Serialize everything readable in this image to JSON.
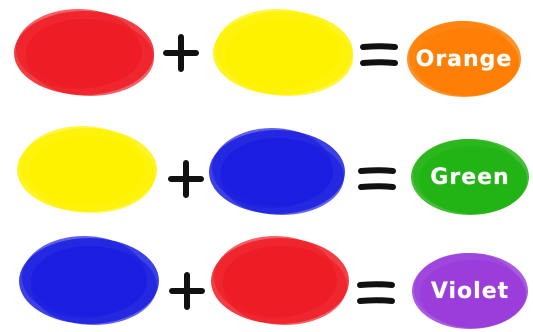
{
  "rows": [
    {
      "left_color_name": "red",
      "left_color": "#ee1c24",
      "right_color_name": "yellow",
      "right_color": "#fff200",
      "result_label": "Orange",
      "result_color": "#ff7f06"
    },
    {
      "left_color_name": "yellow",
      "left_color": "#fff200",
      "right_color_name": "blue",
      "right_color": "#1b1ee0",
      "result_label": "Green",
      "result_color": "#22b314"
    },
    {
      "left_color_name": "blue",
      "left_color": "#1b1ee0",
      "right_color_name": "red",
      "right_color": "#ee1c24",
      "result_label": "Violet",
      "result_color": "#9a3ddb"
    }
  ],
  "symbols": {
    "plus": "+",
    "equals": "="
  }
}
